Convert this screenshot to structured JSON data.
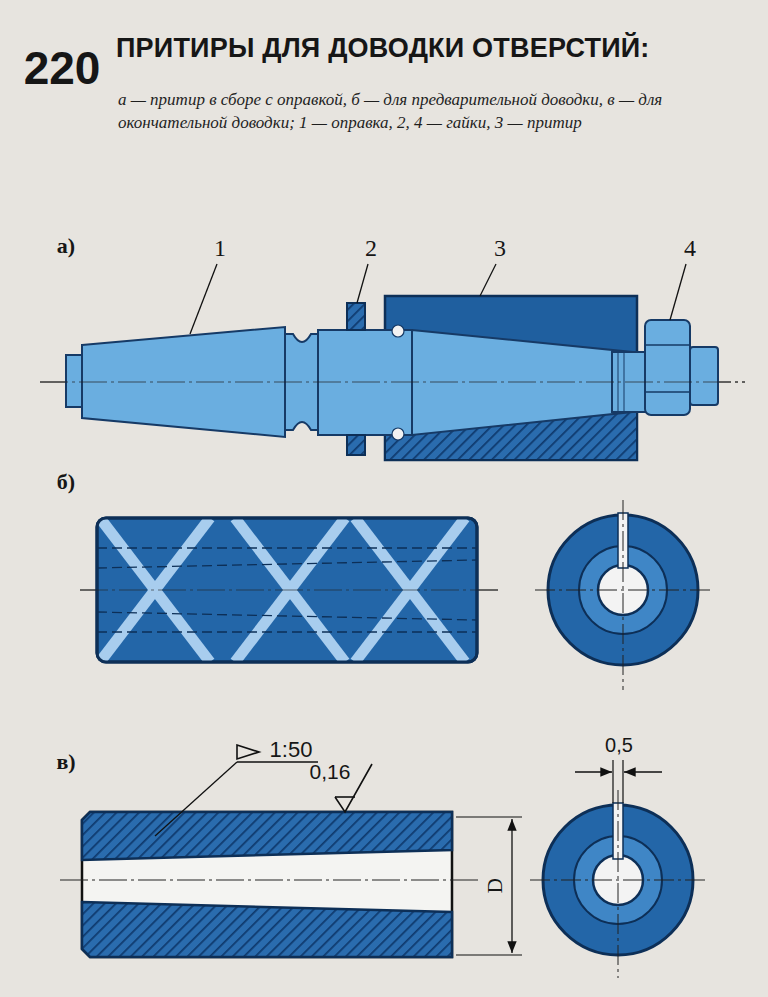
{
  "diagram": {
    "title": "ПРИТИРЫ ДЛЯ ДОВОДКИ ОТВЕРСТИЙ:",
    "caption": "а — притир в сборе с оправкой, б — для предварительной доводки, в — для окончательной доводки; 1 — оправка, 2, 4 — гайки, 3 — притир",
    "labels": [
      "220",
      "а)",
      "1",
      "2",
      "3",
      "4",
      "б)",
      "в)",
      "1:50",
      "0,16",
      "0,5",
      "D"
    ]
  }
}
